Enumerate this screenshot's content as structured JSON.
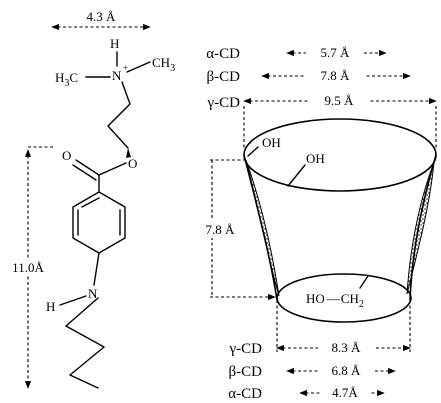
{
  "molecule": {
    "width_dimension": "4.3 Å",
    "length_dimension": "11.0Å",
    "atoms": {
      "h_top": "H",
      "n_plus": "N",
      "plus_charge": "+",
      "ch3_right": "CH",
      "ch3_right_sub": "3",
      "h3c_left": "H",
      "h3c_left_sub": "3",
      "h3c_left_c": "C",
      "o_carbonyl": "O",
      "o_ester": "O",
      "n_amine": "N",
      "h_amine": "H"
    }
  },
  "cyclodextrin": {
    "top_rim": [
      {
        "name": "α-CD",
        "value": "5.7 Å"
      },
      {
        "name": "β-CD",
        "value": "7.8 Å"
      },
      {
        "name": "γ-CD",
        "value": "9.5 Å"
      }
    ],
    "bottom_rim": [
      {
        "name": "γ-CD",
        "value": "8.3 Å"
      },
      {
        "name": "β-CD",
        "value": "6.8 Å"
      },
      {
        "name": "α-CD",
        "value": "4.7Å"
      }
    ],
    "height": "7.8 Å",
    "oh_left": "OH",
    "oh_right": "OH",
    "ho_label": "HO",
    "ch2_label": "CH",
    "ch2_sub": "2"
  }
}
